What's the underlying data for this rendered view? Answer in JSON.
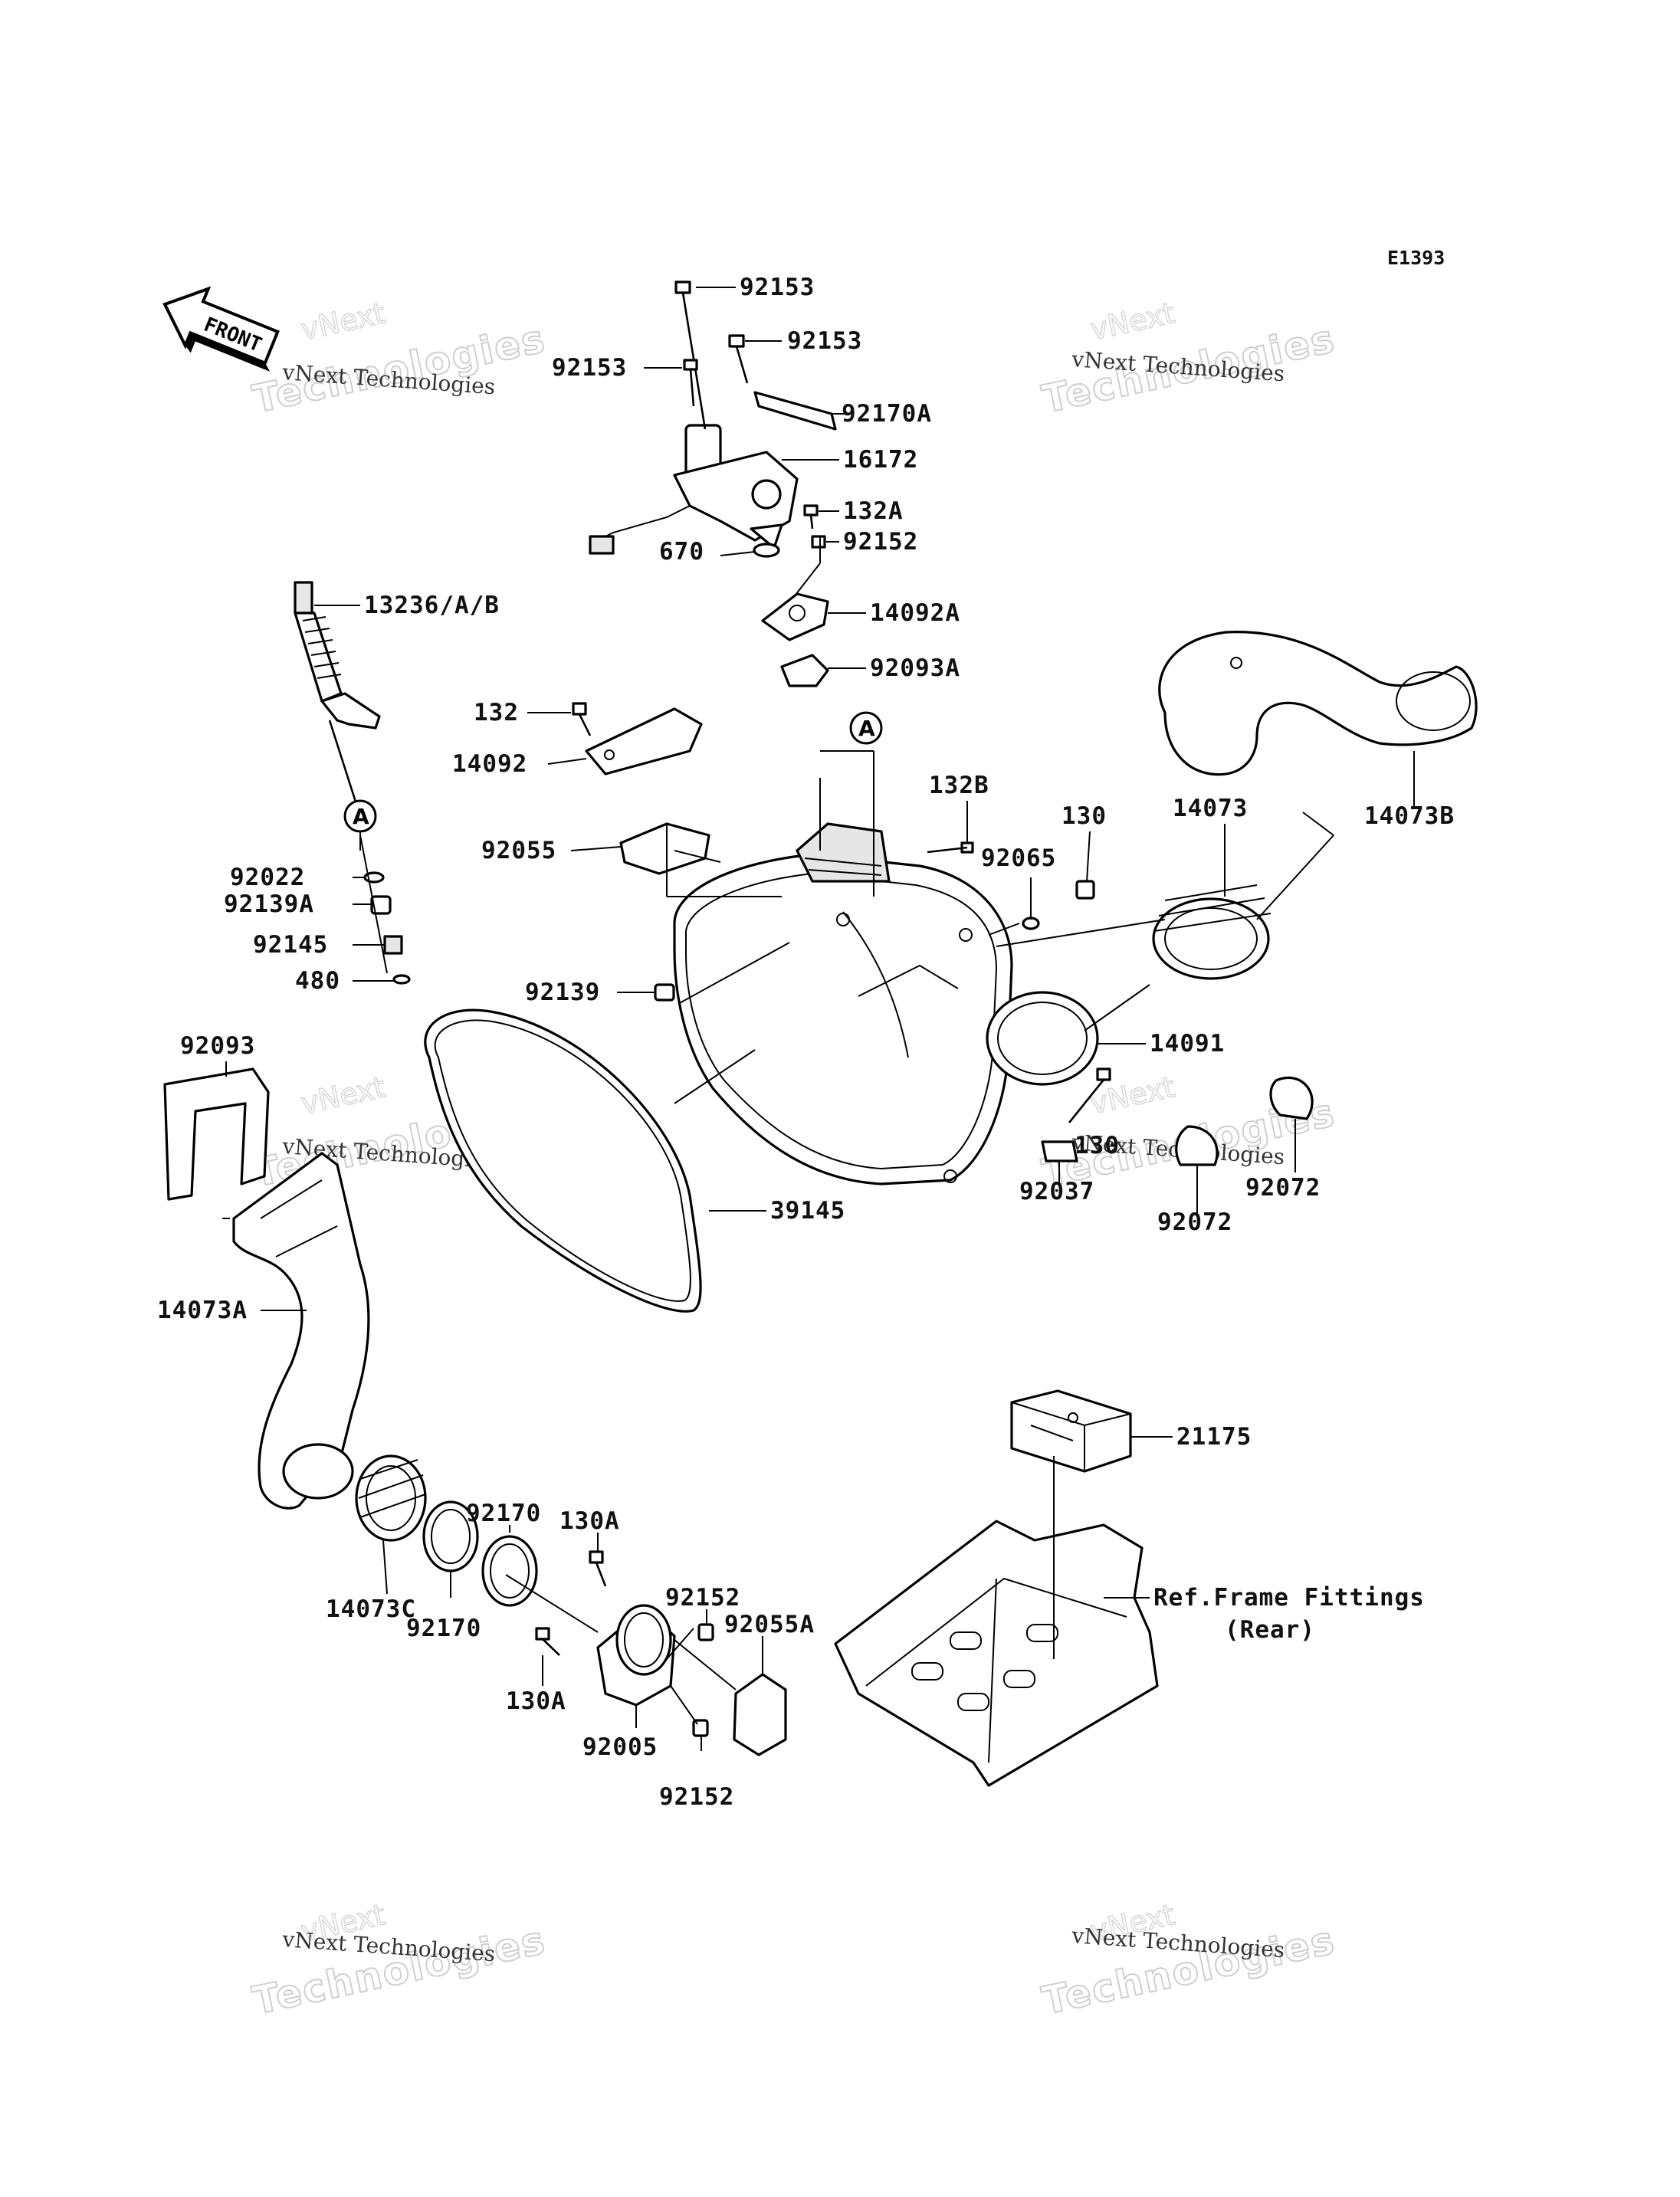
{
  "diagram": {
    "code": "E1393",
    "front_label": "FRONT",
    "callout_a": "A",
    "watermark": {
      "line1": "vNext",
      "line2": "vNext Technologies",
      "line3": "Technologies"
    },
    "labels": [
      "92153",
      "92153",
      "92153",
      "92170A",
      "16172",
      "132A",
      "92152",
      "670",
      "14092A",
      "92093A",
      "13236/A/B",
      "132",
      "14092",
      "92055",
      "132B",
      "130",
      "92065",
      "14073",
      "14073B",
      "92022",
      "92139A",
      "92145",
      "480",
      "92139",
      "14091",
      "92093",
      "14073A",
      "39145",
      "92037",
      "130",
      "92072",
      "92072",
      "21175",
      "92170",
      "130A",
      "92152",
      "92055A",
      "14073C",
      "92170",
      "130A",
      "92005",
      "92152",
      "Ref.Frame Fittings",
      "(Rear)"
    ]
  }
}
